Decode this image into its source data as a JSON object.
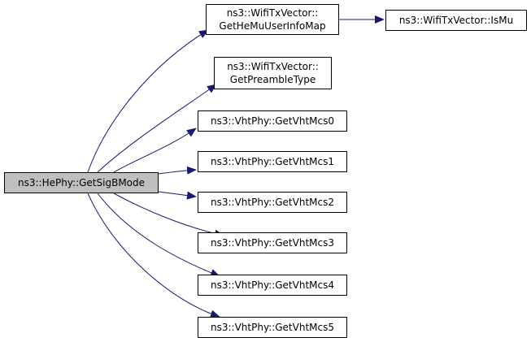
{
  "graph": {
    "nodes": [
      {
        "id": "root",
        "lines": [
          "ns3::HePhy::GetSigBMode"
        ],
        "highlight": true
      },
      {
        "id": "get-he-mu-user-info-map",
        "lines": [
          "ns3::WifiTxVector::",
          "GetHeMuUserInfoMap"
        ]
      },
      {
        "id": "is-mu",
        "lines": [
          "ns3::WifiTxVector::IsMu"
        ]
      },
      {
        "id": "get-preamble-type",
        "lines": [
          "ns3::WifiTxVector::",
          "GetPreambleType"
        ]
      },
      {
        "id": "get-vht-mcs0",
        "lines": [
          "ns3::VhtPhy::GetVhtMcs0"
        ]
      },
      {
        "id": "get-vht-mcs1",
        "lines": [
          "ns3::VhtPhy::GetVhtMcs1"
        ]
      },
      {
        "id": "get-vht-mcs2",
        "lines": [
          "ns3::VhtPhy::GetVhtMcs2"
        ]
      },
      {
        "id": "get-vht-mcs3",
        "lines": [
          "ns3::VhtPhy::GetVhtMcs3"
        ]
      },
      {
        "id": "get-vht-mcs4",
        "lines": [
          "ns3::VhtPhy::GetVhtMcs4"
        ]
      },
      {
        "id": "get-vht-mcs5",
        "lines": [
          "ns3::VhtPhy::GetVhtMcs5"
        ]
      }
    ],
    "edges": [
      {
        "from": "root",
        "to": "get-he-mu-user-info-map"
      },
      {
        "from": "root",
        "to": "get-preamble-type"
      },
      {
        "from": "root",
        "to": "get-vht-mcs0"
      },
      {
        "from": "root",
        "to": "get-vht-mcs1"
      },
      {
        "from": "root",
        "to": "get-vht-mcs2"
      },
      {
        "from": "root",
        "to": "get-vht-mcs3"
      },
      {
        "from": "root",
        "to": "get-vht-mcs4"
      },
      {
        "from": "root",
        "to": "get-vht-mcs5"
      },
      {
        "from": "get-he-mu-user-info-map",
        "to": "is-mu"
      }
    ],
    "colors": {
      "edge": "#191970",
      "node_border": "#000000",
      "root_fill": "#bfbfbf",
      "node_fill": "#ffffff"
    }
  }
}
